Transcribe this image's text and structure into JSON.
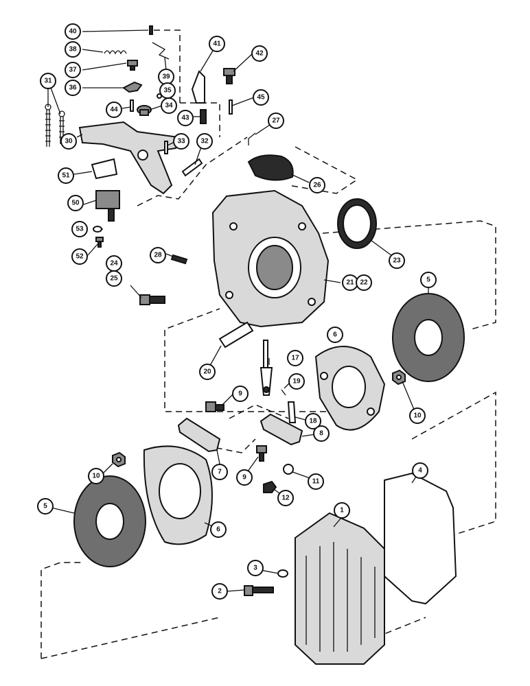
{
  "callouts": [
    {
      "label": "40"
    },
    {
      "label": "38"
    },
    {
      "label": "37"
    },
    {
      "label": "39"
    },
    {
      "label": "41"
    },
    {
      "label": "42"
    },
    {
      "label": "31"
    },
    {
      "label": "36"
    },
    {
      "label": "35"
    },
    {
      "label": "44"
    },
    {
      "label": "34"
    },
    {
      "label": "43"
    },
    {
      "label": "45"
    },
    {
      "label": "27"
    },
    {
      "label": "30"
    },
    {
      "label": "33"
    },
    {
      "label": "32"
    },
    {
      "label": "51"
    },
    {
      "label": "26"
    },
    {
      "label": "50"
    },
    {
      "label": "53"
    },
    {
      "label": "52"
    },
    {
      "label": "23"
    },
    {
      "label": "28"
    },
    {
      "label": "24"
    },
    {
      "label": "25"
    },
    {
      "label": "21"
    },
    {
      "label": "22"
    },
    {
      "label": "5"
    },
    {
      "label": "6"
    },
    {
      "label": "17"
    },
    {
      "label": "19"
    },
    {
      "label": "20"
    },
    {
      "label": "9"
    },
    {
      "label": "18"
    },
    {
      "label": "10"
    },
    {
      "label": "8"
    },
    {
      "label": "7"
    },
    {
      "label": "9"
    },
    {
      "label": "11"
    },
    {
      "label": "4"
    },
    {
      "label": "10"
    },
    {
      "label": "12"
    },
    {
      "label": "5"
    },
    {
      "label": "6"
    },
    {
      "label": "1"
    },
    {
      "label": "3"
    },
    {
      "label": "2"
    }
  ]
}
